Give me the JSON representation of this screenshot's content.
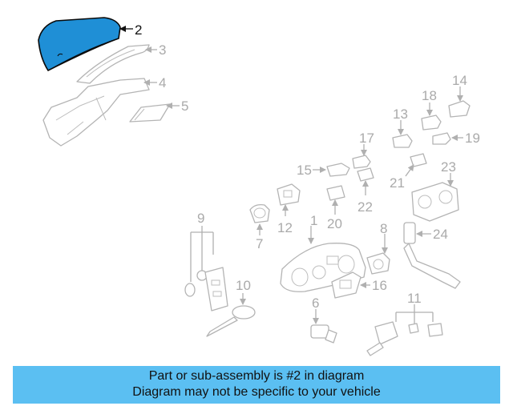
{
  "diagram": {
    "highlight_color": "#1f8fd6",
    "labels": {
      "p1": "1",
      "p2": "2",
      "p3": "3",
      "p4": "4",
      "p5": "5",
      "p6": "6",
      "p7": "7",
      "p8": "8",
      "p9": "9",
      "p10": "10",
      "p11": "11",
      "p12": "12",
      "p13": "13",
      "p14": "14",
      "p15": "15",
      "p16": "16",
      "p17": "17",
      "p18": "18",
      "p19": "19",
      "p20": "20",
      "p21": "21",
      "p22": "22",
      "p23": "23",
      "p24": "24"
    }
  },
  "caption": {
    "line1": "Part or sub-assembly is #2 in diagram",
    "line2": "Diagram may not be specific to your vehicle",
    "bg_color": "#5bbff2"
  }
}
